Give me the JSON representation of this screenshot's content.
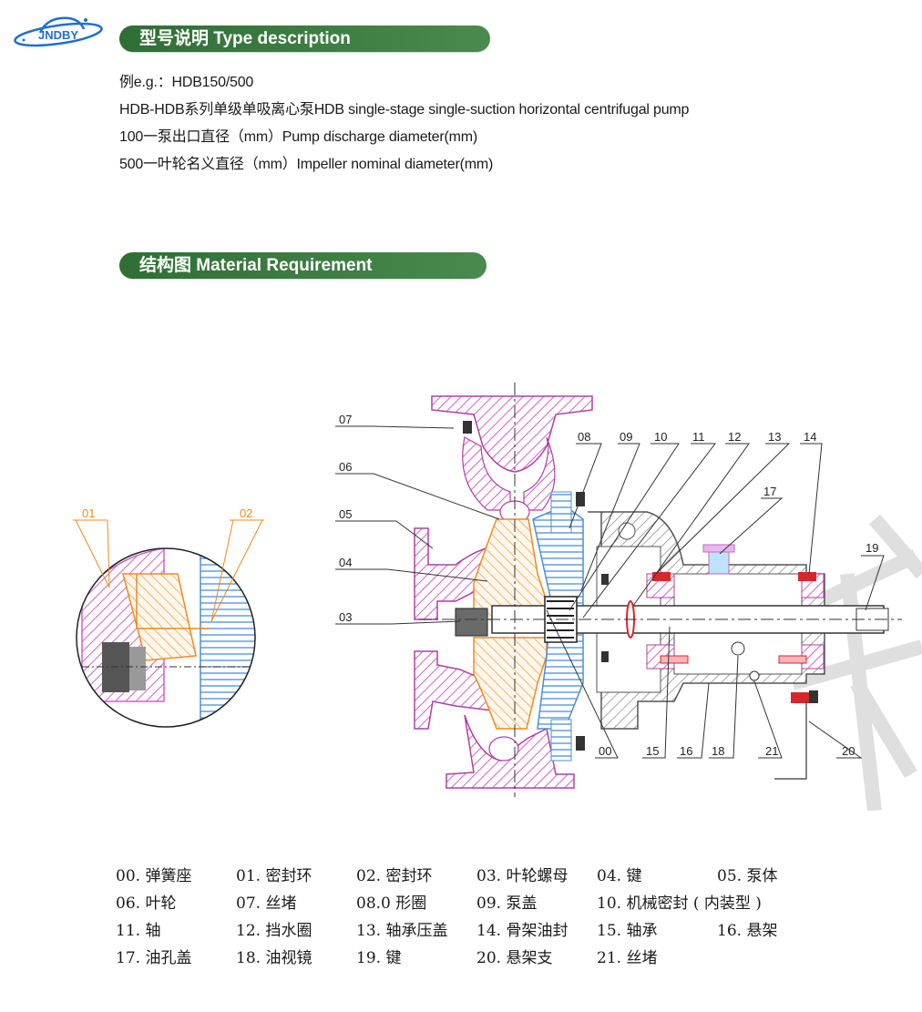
{
  "brand": {
    "logo_text": "JNDBY",
    "colors": {
      "logo": "#1f6fd1",
      "pill": "#3c7d42",
      "pink": "#d65fc9",
      "orange": "#f08a1c",
      "blue": "#4c8ed8",
      "grey": "#8a8a8a",
      "red": "#d8262c"
    }
  },
  "sections": {
    "type_title": "型号说明 Type description",
    "structure_title": "结构图 Material Requirement"
  },
  "type_description": {
    "lines": [
      "例e.g.：HDB150/500",
      "HDB-HDB系列单级单吸离心泵HDB single-stage single-suction horizontal centrifugal pump",
      "100一泵出口直径（mm）Pump discharge diameter(mm)",
      "500一叶轮名义直径（mm）Impeller nominal diameter(mm)"
    ]
  },
  "diagram": {
    "callouts": [
      "07",
      "06",
      "05",
      "04",
      "03",
      "08",
      "09",
      "10",
      "11",
      "12",
      "13",
      "14",
      "17",
      "19",
      "00",
      "15",
      "16",
      "18",
      "21",
      "20",
      "01",
      "02"
    ]
  },
  "legend": [
    "00. 弹簧座",
    "01. 密封环",
    "02. 密封环",
    "03. 叶轮螺母",
    "04. 键",
    "05. 泵体",
    "06. 叶轮",
    "07. 丝堵",
    "08.0 形圈",
    "09. 泵盖",
    "10. 机械密封 ( 内装型 )",
    "",
    "11. 轴",
    "12. 挡水圈",
    "13. 轴承压盖",
    "14. 骨架油封",
    "15. 轴承",
    "16. 悬架",
    "17. 油孔盖",
    "18. 油视镜",
    "19. 键",
    "20. 悬架支",
    "21. 丝堵",
    ""
  ]
}
